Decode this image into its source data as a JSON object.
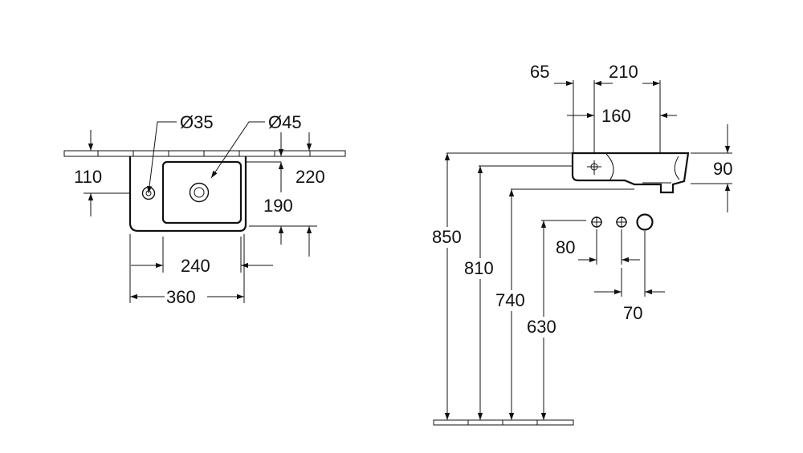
{
  "top_view": {
    "dims": {
      "tap_hole_left": "Ø35",
      "drain": "Ø45",
      "depth_110": "110",
      "depth_220": "220",
      "bowl_190": "190",
      "bowl_width": "240",
      "overall_width": "360"
    }
  },
  "side_view": {
    "dims": {
      "offset_65": "65",
      "width_210": "210",
      "width_160": "160",
      "height_90": "90",
      "h_850": "850",
      "h_810": "810",
      "h_740": "740",
      "h_630": "630",
      "spacing_80": "80",
      "spacing_70": "70"
    }
  }
}
